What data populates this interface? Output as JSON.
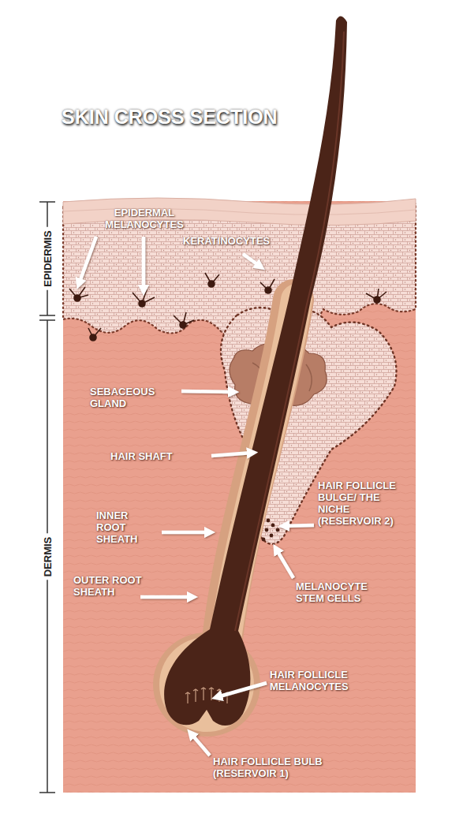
{
  "diagram": {
    "title": "SKIN CROSS SECTION",
    "labels": [
      "EPIDERMIS",
      "EPIDERMAL MELANOCYTES",
      "KERATINOCYTES",
      "DERMIS",
      "SEBACEOUS GLAND",
      "HAIR SHAFT",
      "HAIR FOLLICLE BULGE/ THE NICHE (RESERVOIR 2)",
      "INNER ROOT SHEATH",
      "MELANOCYTE STEM CELLS",
      "OUTER ROOT SHEATH",
      "HAIR FOLLICLE MELANOCYTES",
      "HAIR FOLLICLE BULB (RESERVOIR 1)"
    ]
  }
}
